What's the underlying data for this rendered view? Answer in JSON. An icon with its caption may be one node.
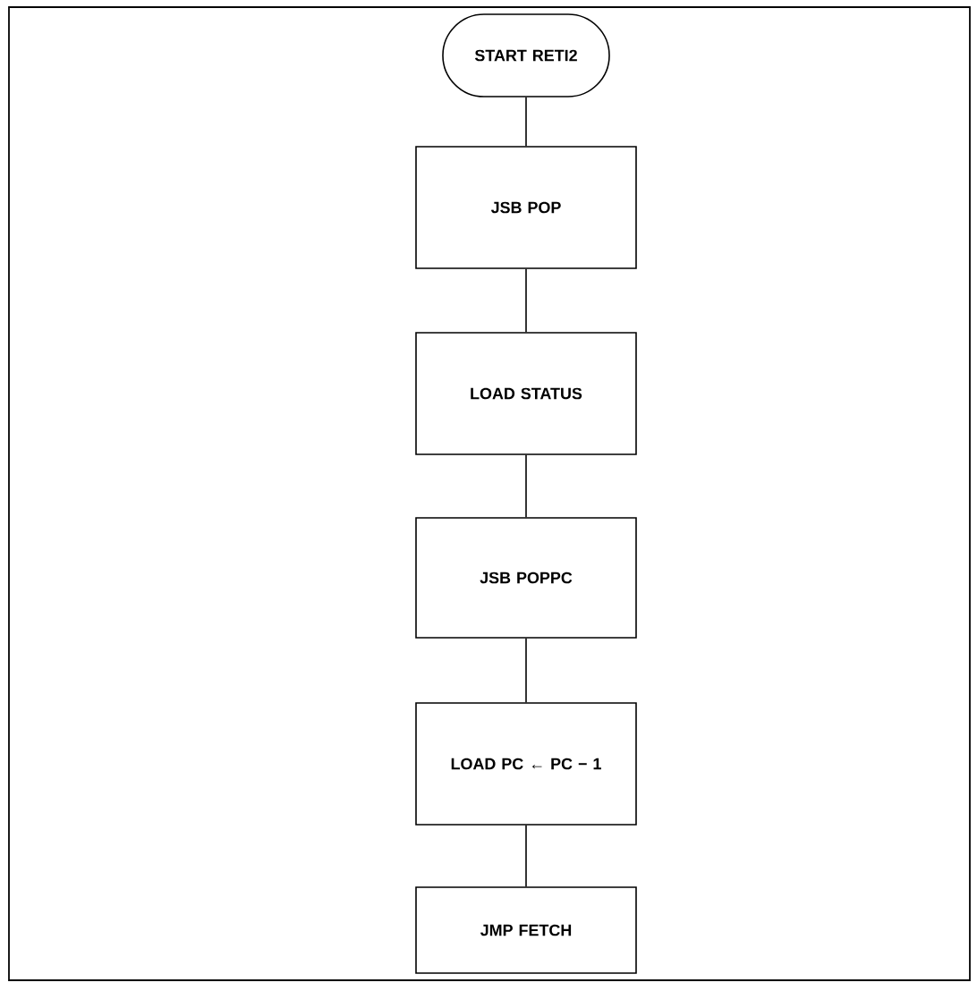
{
  "diagram": {
    "nodes": [
      {
        "text": [
          "START RETI2"
        ]
      },
      {
        "text": [
          "JSB POP"
        ]
      },
      {
        "text": [
          "LOAD STATUS"
        ]
      },
      {
        "text": [
          "JSB POPPC"
        ]
      },
      {
        "text": [
          "LOAD PC ← PC − 1"
        ]
      },
      {
        "text": [
          "JMP FETCH"
        ]
      }
    ],
    "edges": [
      {
        "from": 0,
        "to": 1,
        "arrow": "none"
      },
      {
        "from": 1,
        "to": 2,
        "arrow": "none"
      },
      {
        "from": 2,
        "to": 3,
        "arrow": "none"
      },
      {
        "from": 3,
        "to": 4,
        "arrow": "none"
      },
      {
        "from": 4,
        "to": 5,
        "arrow": "none"
      }
    ]
  }
}
